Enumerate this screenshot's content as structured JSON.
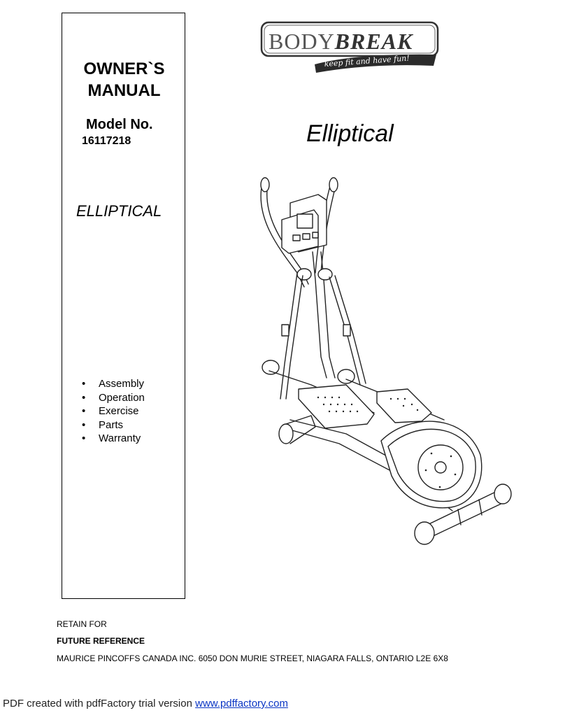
{
  "cover": {
    "owner_manual": "OWNER`S MANUAL",
    "model_label": "Model No.",
    "model_number": "16117218",
    "product_label": "ELLIPTICAL",
    "features": [
      "Assembly",
      "Operation",
      "Exercise",
      "Parts",
      "Warranty"
    ],
    "bullet_glyph": "•"
  },
  "brand": {
    "name_a": "BODY",
    "name_b": "BREAK",
    "tagline": "keep fit and have fun!"
  },
  "main_title": "Elliptical",
  "footer": {
    "retain": "RETAIN FOR",
    "future": "FUTURE REFERENCE",
    "address": "MAURICE PINCOFFS CANADA INC. 6050 DON MURIE STREET, NIAGARA FALLS, ONTARIO L2E 6X8"
  },
  "pdf_notice": {
    "text": "PDF created with pdfFactory trial version ",
    "link": "www.pdffactory.com",
    "link_color": "#0b36c4"
  }
}
